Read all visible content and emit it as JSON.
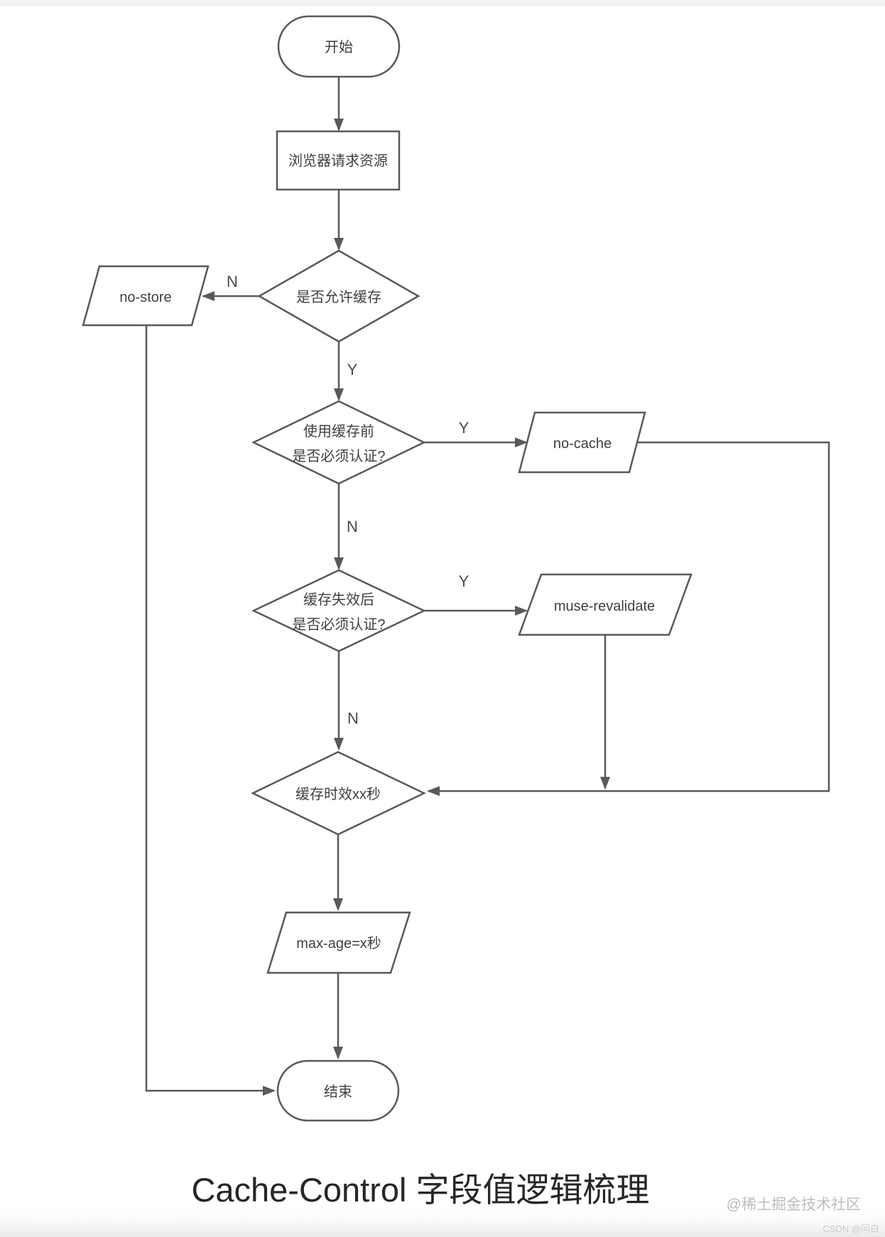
{
  "title": "Cache-Control 字段值逻辑梳理",
  "watermarks": {
    "juejin": "@稀土掘金技术社区",
    "csdn": "CSDN @问白"
  },
  "nodes": {
    "start": "开始",
    "request": "浏览器请求资源",
    "allow_cache": "是否允许缓存",
    "no_store": "no-store",
    "auth_before_line1": "使用缓存前",
    "auth_before_line2": "是否必须认证?",
    "no_cache": "no-cache",
    "auth_expire_line1": "缓存失效后",
    "auth_expire_line2": "是否必须认证?",
    "muse_revalidate": "muse-revalidate",
    "cache_ttl": "缓存时效xx秒",
    "max_age": "max-age=x秒",
    "end": "结束"
  },
  "edge_labels": {
    "allow_no": "N",
    "allow_yes": "Y",
    "before_yes": "Y",
    "before_no": "N",
    "expire_yes": "Y",
    "expire_no": "N"
  },
  "colors": {
    "stroke": "#58595b",
    "node_text": "#3f3f42",
    "title_text": "#262626",
    "watermark": "#bdbdbd"
  }
}
